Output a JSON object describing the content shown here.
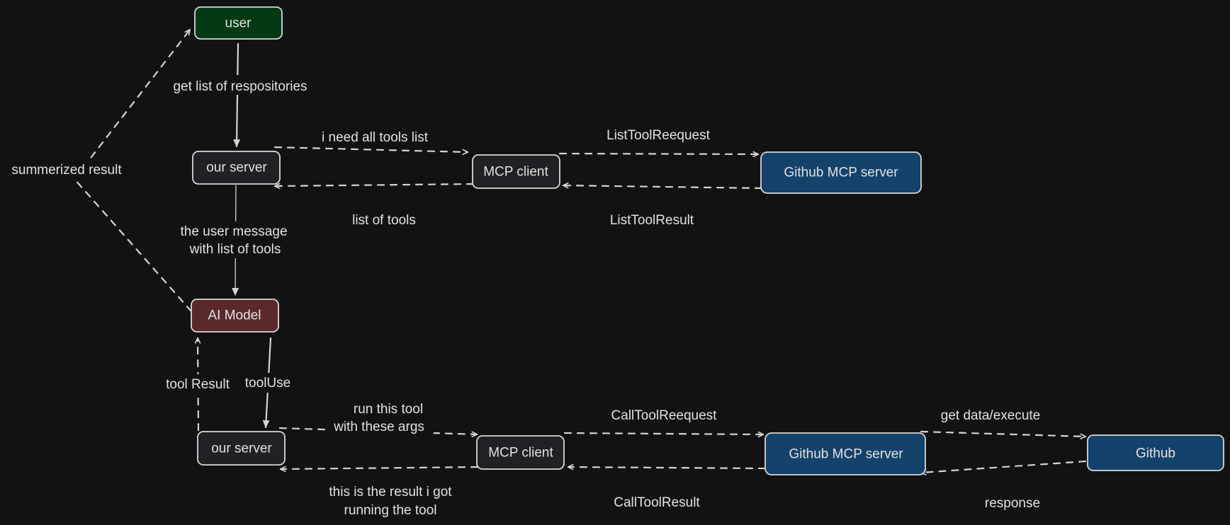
{
  "colors": {
    "background": "#121212",
    "user": "#033a13",
    "server": "#202124",
    "client": "#202124",
    "ai_model": "#5a2a2a",
    "github": "#14426a"
  },
  "nodes": {
    "user": "user",
    "our_server_top": "our server",
    "mcp_client_top": "MCP client",
    "github_mcp_top": "Github MCP server",
    "ai_model": "AI Model",
    "our_server_bottom": "our server",
    "mcp_client_bottom": "MCP client",
    "github_mcp_bottom": "Github MCP server",
    "github": "Github"
  },
  "labels": {
    "get_list": "get list of respositories",
    "need_tools": "i need all tools list",
    "list_tool_request": "ListToolReequest",
    "list_of_tools": "list of tools",
    "list_tool_result": "ListToolResult",
    "summarized_result": "summerized result",
    "user_message_1": "the user message",
    "user_message_2": "with list of tools",
    "tool_result": "tool Result",
    "tool_use": "toolUse",
    "run_tool_1": "run this tool",
    "run_tool_2": "with these args",
    "call_tool_request": "CallToolReequest",
    "get_data": "get data/execute",
    "result_got_1": "this is the result i got",
    "result_got_2": "running the tool",
    "call_tool_result": "CallToolResult",
    "response": "response"
  }
}
